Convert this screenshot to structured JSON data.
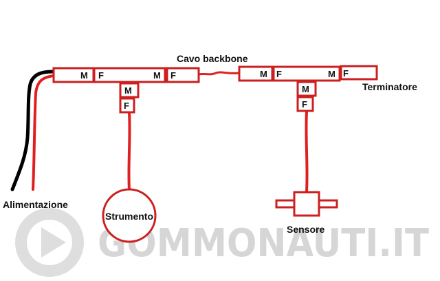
{
  "colors": {
    "cable": "#e02020",
    "power_cable": "#000000",
    "box_stroke": "#cc1f1f",
    "watermark": "#d6d6d6",
    "text": "#111111"
  },
  "labels": {
    "backbone": "Cavo backbone",
    "terminator": "Terminatore",
    "power": "Alimentazione",
    "instrument": "Strumento",
    "sensor": "Sensore"
  },
  "connectors": {
    "m1": "M",
    "f1": "F",
    "m2": "M",
    "f2": "F",
    "m3": "M",
    "f3": "F",
    "m4": "M",
    "f4": "F",
    "tee1_m": "M",
    "tee1_f": "F",
    "tee2_m": "M",
    "tee2_f": "F"
  },
  "watermark": {
    "text": "GOMMONAUTI.IT",
    "icon": "gommonauti-logo-icon"
  }
}
